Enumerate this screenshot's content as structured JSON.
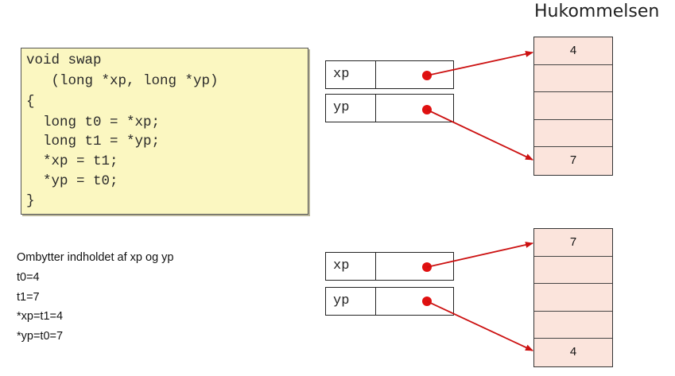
{
  "title": "Hukommelsen",
  "code": [
    "void swap",
    "   (long *xp, long *yp)",
    "{",
    "  long t0 = *xp;",
    "  long t1 = *yp;",
    "  *xp = t1;",
    "  *yp = t0;",
    "}"
  ],
  "notes": [
    "Ombytter indholdet af xp og yp",
    "t0=4",
    "t1=7",
    "*xp=t1=4",
    "*yp=t0=7"
  ],
  "before": {
    "registers": [
      "xp",
      "yp"
    ],
    "memory": [
      "4",
      "",
      "",
      "",
      "7"
    ]
  },
  "after": {
    "registers": [
      "xp",
      "yp"
    ],
    "memory": [
      "7",
      "",
      "",
      "",
      "4"
    ]
  },
  "colors": {
    "pointer": "#cc1111",
    "code_bg": "#fbf7c1",
    "memory_bg": "#fbe4dc"
  }
}
